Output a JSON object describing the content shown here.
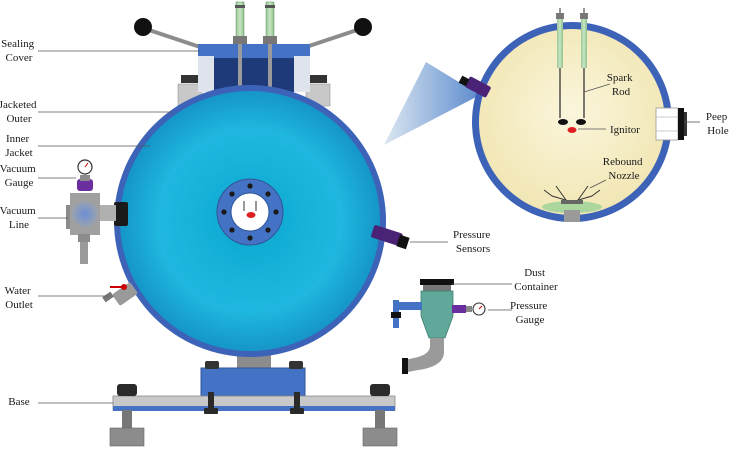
{
  "labels": {
    "sealing_cover": [
      "Sealing",
      "Cover"
    ],
    "jacketed_outer": [
      "Jacketed",
      "Outer"
    ],
    "inner_jacket": [
      "Inner",
      "Jacket"
    ],
    "vacuum_gauge": [
      "Vacuum",
      "Gauge"
    ],
    "vacuum_line": [
      "Vacuum",
      "Line"
    ],
    "water_outlet": [
      "Water",
      "Outlet"
    ],
    "base": [
      "Base"
    ],
    "pressure_sensors": [
      "Pressure",
      "Sensors"
    ],
    "dust_container": [
      "Dust",
      "Container"
    ],
    "pressure_gauge": [
      "Pressure",
      "Gauge"
    ],
    "spark_rod": [
      "Spark",
      "Rod"
    ],
    "ignitor": [
      "Ignitor"
    ],
    "rebound_nozzle": [
      "Rebound",
      "Nozzle"
    ],
    "peep_hole": [
      "Peep",
      "Hole"
    ]
  },
  "colors": {
    "sphere_fill": "#19a9d6",
    "sphere_outline": "#3d63b8",
    "steel_blue": "#4472c4",
    "dark_navy": "#1e3a78",
    "gray": "#8c8c8c",
    "light_gray": "#c8c8c8",
    "purple": "#6b2e9e",
    "green": "#5fa89a",
    "cream": "#f7efc9",
    "red": "#e02020"
  }
}
